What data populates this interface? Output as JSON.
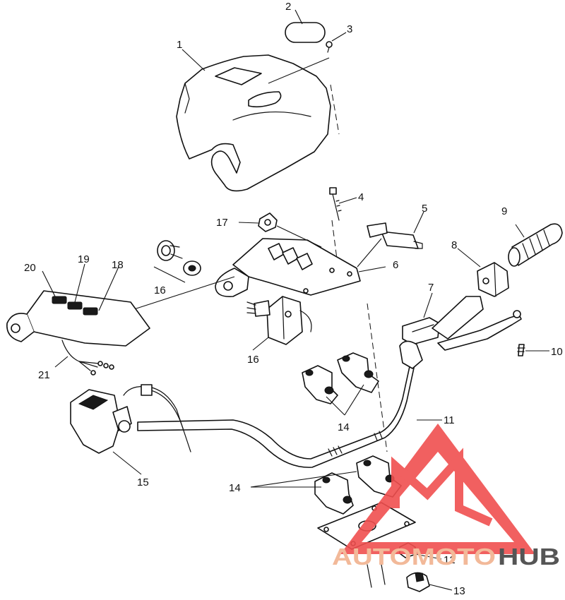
{
  "callouts": {
    "c1": "1",
    "c2": "2",
    "c3": "3",
    "c4": "4",
    "c5": "5",
    "c6": "6",
    "c7": "7",
    "c8": "8",
    "c9": "9",
    "c10": "10",
    "c11": "11",
    "c12": "12",
    "c13": "13",
    "c14a": "14",
    "c14b": "14",
    "c15": "15",
    "c16a": "16",
    "c16b": "16",
    "c17": "17",
    "c18": "18",
    "c19": "19",
    "c20": "20",
    "c21": "21"
  },
  "watermark": {
    "word_a": "AUTOMOTO",
    "word_b": "HUB",
    "color_a": "#f2b999",
    "color_b": "#555555",
    "logo_color": "#f04f4f"
  }
}
